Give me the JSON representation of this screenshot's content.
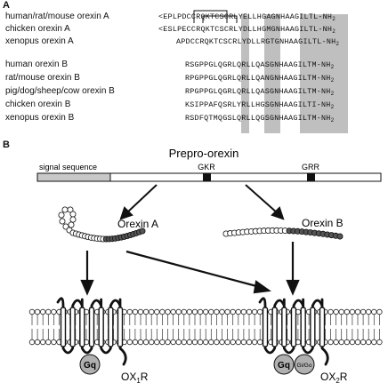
{
  "panels": {
    "a_label": "A",
    "b_label": "B"
  },
  "orexin_a": [
    {
      "name": "human/rat/mouse orexin A",
      "seq": "<EPLPDCCRQKTCSCRLYELLHGAGNHAAGILTL-NH"
    },
    {
      "name": "chicken orexin A",
      "seq": "<ESLPECCRQKTCSCRLYDLLHGMGNHAAGILTL-NH"
    },
    {
      "name": "xenopus orexin A",
      "seq": "APDCCRQKTCSCRLYDLLRGTGNHAAGILTL-NH"
    }
  ],
  "orexin_b": [
    {
      "name": "human orexin B",
      "seq": "RSGPPGLQGRLQRLLQASGNHAAGILTM-NH"
    },
    {
      "name": "rat/mouse orexin B",
      "seq": "RPGPPGLQGRLQRLLQANGNHAAGILTM-NH"
    },
    {
      "name": "pig/dog/sheep/cow orexin B",
      "seq": "RPGPPGLQGRLQRLLQASGNHAAGILTM-NH"
    },
    {
      "name": "chicken orexin B",
      "seq": "KSIPPAFQSRLYRLLHGSGNHAAGILTI-NH"
    },
    {
      "name": "xenopus orexin B",
      "seq": "RSDFQTMQGSLQRLLQGSGNHAAGILTM-NH"
    }
  ],
  "nh2_subscript": "2",
  "precursor": {
    "title": "Prepro-orexin",
    "signal_label": "signal sequence",
    "site1": "GKR",
    "site2": "GRR"
  },
  "peptides": {
    "a_label": "Orexin A",
    "b_label": "Orexin B"
  },
  "receptors": {
    "r1_main": "OX",
    "r1_sub": "1",
    "r1_suffix": "R",
    "r2_main": "OX",
    "r2_sub": "2",
    "r2_suffix": "R",
    "gq_label": "Gq",
    "gigo_label": "Gi/Go"
  },
  "colors": {
    "highlight": "#bfbfbf",
    "signal_fill": "#c8c8c8",
    "site_fill": "#111111",
    "g_protein": "#b0b0b0",
    "bead_dark": "#555555",
    "bead_light": "#ffffff"
  }
}
